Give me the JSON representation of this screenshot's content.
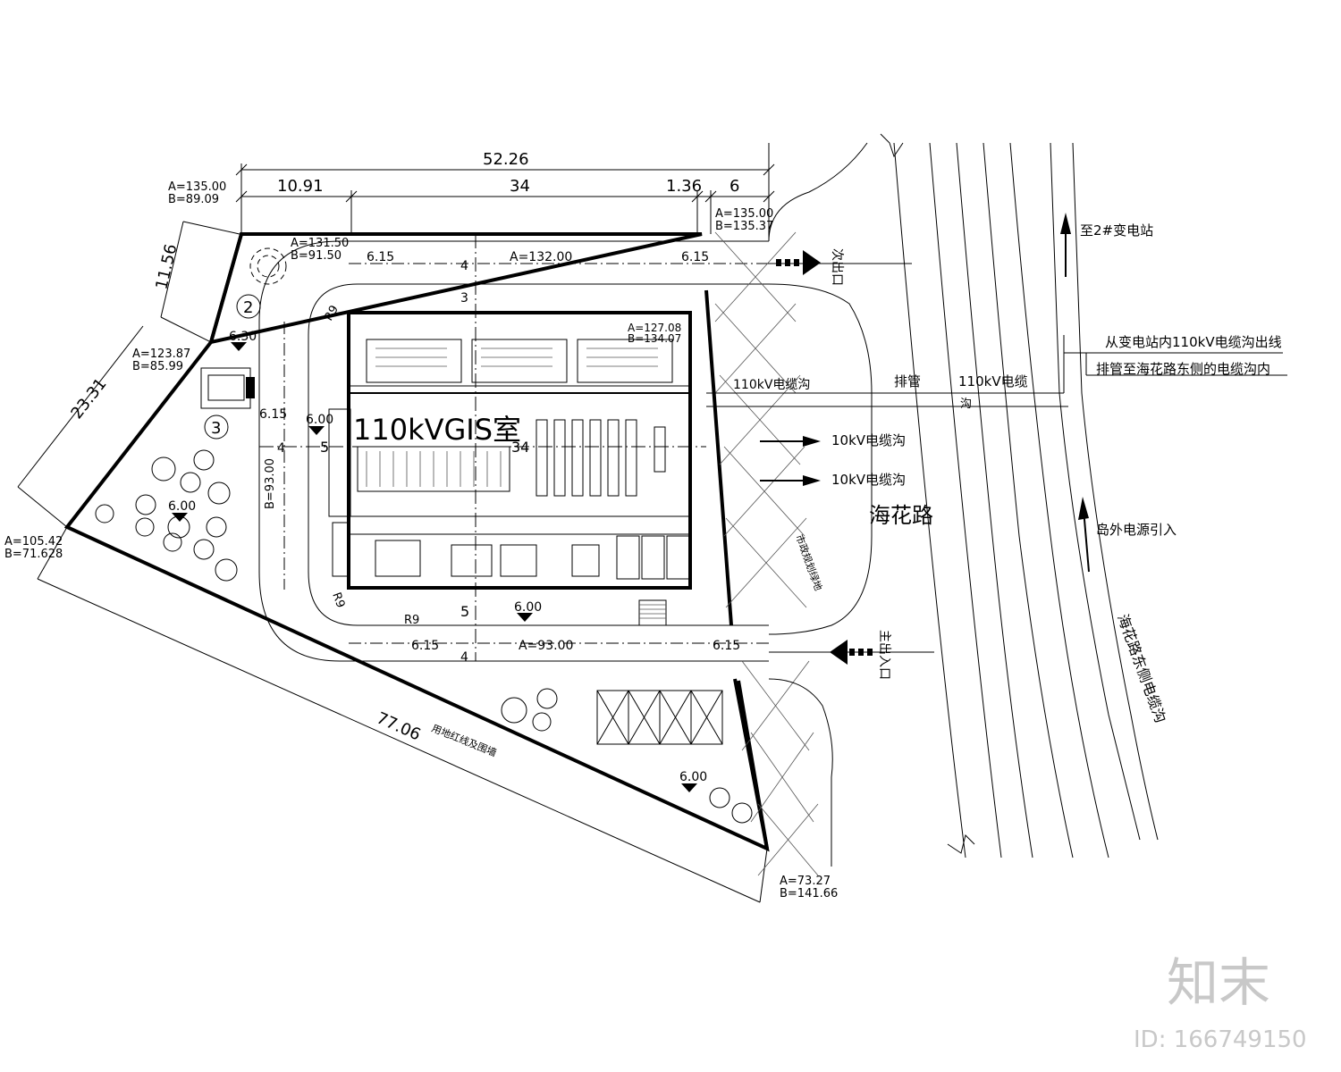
{
  "dims": {
    "top_total": "52.26",
    "top_a": "10.91",
    "top_b": "34",
    "top_c": "1.36",
    "top_d": "6",
    "left_short": "11.56",
    "left_long": "23.31",
    "bottom_long": "77.06",
    "road_top_left": "6.15",
    "road_top_right": "6.15",
    "road_top_width": "4",
    "road_bottom_left": "6.15",
    "road_bottom_right": "6.15",
    "road_bottom_width": "4",
    "road_left": "6.15",
    "road_left_width": "4",
    "gap_top": "3",
    "gap_left": "5",
    "gap_bottom": "5",
    "bldg_width": "34",
    "radius_a": "R9",
    "radius_b": "R9",
    "radius_c": "R9",
    "a_top_road": "A=132.00",
    "a_bottom_road": "A=93.00",
    "b_left_road": "B=93.00"
  },
  "coords": {
    "c1a": "A=135.00",
    "c1b": "B=89.09",
    "c2a": "A=135.00",
    "c2b": "B=135.37",
    "c3a": "A=131.50",
    "c3b": "B=91.50",
    "c4a": "A=123.87",
    "c4b": "B=85.99",
    "c5a": "A=105.42",
    "c5b": "B=71.628",
    "c6a": "A=73.27",
    "c6b": "B=141.66",
    "c7a": "A=127.08",
    "c7b": "B=134.07"
  },
  "elevations": {
    "e1": "6.30",
    "e2": "6.00",
    "e3": "6.00",
    "e4": "6.00",
    "e5": "6.00"
  },
  "markers": {
    "m2": "2",
    "m3": "3"
  },
  "labels": {
    "gis_room": "110kVGIS室",
    "exit_gate": "次出口",
    "main_gate": "主出入口",
    "to_station2": "至2#变电站",
    "cable_out_1": "从变电站内110kV电缆沟出线",
    "cable_out_2": "排管至海花路东侧的电缆沟内",
    "cable_110": "110kV电缆沟",
    "duct": "排管",
    "cable_110b": "110kV电缆",
    "ditch": "沟",
    "cable_10a": "10kV电缆沟",
    "cable_10b": "10kV电缆沟",
    "road_name": "海花路",
    "green_belt": "市政规划绿地",
    "power_in": "岛外电源引入",
    "east_ditch": "海花路东侧电缆沟",
    "red_line": "用地红线及围墙"
  },
  "watermark": {
    "brand": "知末",
    "id": "ID: 166749150"
  }
}
